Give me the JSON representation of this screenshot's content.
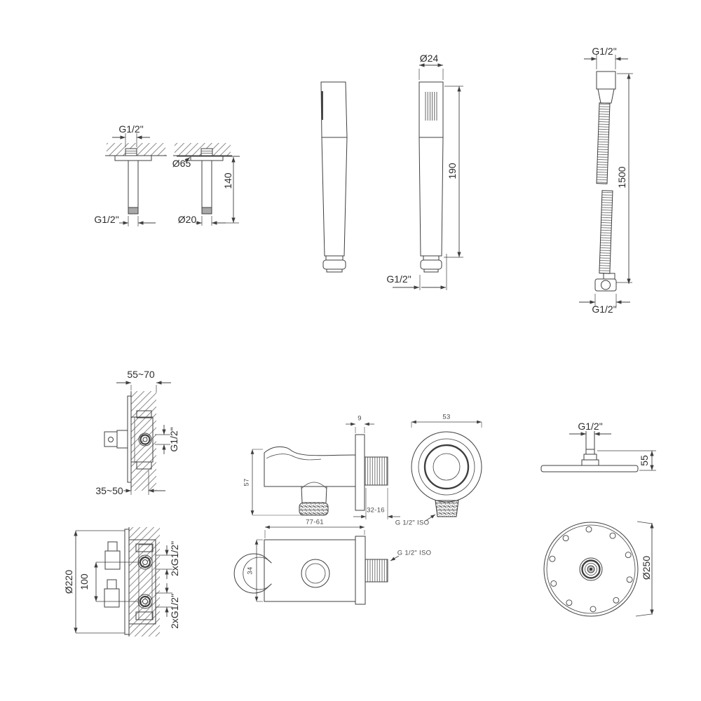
{
  "page": {
    "background": "#ffffff",
    "line_color": "#3f3f3f",
    "label_color": "#2e2e2e",
    "small_label_color": "#4a4a4a"
  },
  "labels": {
    "ceiling_arm": {
      "thread_top": "G1/2\"",
      "thread_bottom": "G1/2\"",
      "flange_diameter": "Ø65",
      "length": "140",
      "pipe_diameter": "Ø20"
    },
    "hand_shower": {
      "head_diameter": "Ø24",
      "length": "190",
      "thread": "G1/2\""
    },
    "hose": {
      "thread_top": "G1/2\"",
      "length": "1500",
      "thread_bottom": "G1/2\""
    },
    "mixer_valve": {
      "depth_range_top": "55~70",
      "thread": "G1/2\"",
      "depth_range_bottom": "35~50"
    },
    "thermostat_valve": {
      "plate_diameter": "Ø220",
      "port_spacing": "100",
      "ports_top": "2xG1/2\"",
      "ports_bottom": "2xG1/2\""
    },
    "wall_outlet": {
      "plate_thickness": "9",
      "height": "57",
      "thread_length": "32-16",
      "iso_thread_front": "G 1/2\" ISO",
      "width": "53",
      "depth": "34",
      "width_range": "77-61",
      "iso_thread_bottom": "G 1/2\" ISO"
    },
    "shower_head": {
      "thread": "G1/2\"",
      "height": "55",
      "diameter": "Ø250"
    }
  }
}
